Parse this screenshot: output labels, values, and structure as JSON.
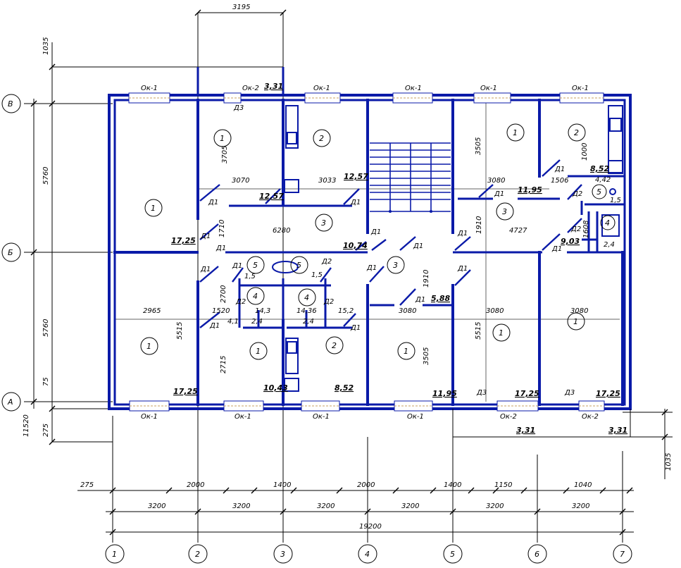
{
  "axes_letters": [
    "В",
    "Б",
    "А"
  ],
  "axes_numbers": [
    "1",
    "2",
    "3",
    "4",
    "5",
    "6",
    "7"
  ],
  "overall_dimension": "19200",
  "bay_dimensions": [
    "3200",
    "3200",
    "3200",
    "3200",
    "3200",
    "3200"
  ],
  "bottom_openings": [
    "275",
    "2000",
    "1400",
    "2000",
    "1400",
    "1150",
    "1040"
  ],
  "left_dimensions": [
    "1035",
    "5760",
    "5760",
    "75",
    "275",
    "11520"
  ],
  "right_dimensions": [
    "1035"
  ],
  "top_dimension": "3195",
  "window_marks": {
    "top": [
      "Ок-1",
      "Ок-2",
      "Ок-1",
      "Ок-1",
      "Ок-1",
      "Ок-1"
    ],
    "bottom": [
      "Ок-1",
      "Ок-1",
      "Ок-1",
      "Ок-1",
      "Ок-2",
      "Ок-2"
    ]
  },
  "room_numbers": [
    "1",
    "1",
    "2",
    "3",
    "1",
    "2",
    "3",
    "5",
    "5",
    "4",
    "4",
    "5",
    "4",
    "1",
    "1",
    "2",
    "1",
    "3",
    "1",
    "1"
  ],
  "areas": [
    "3,31",
    "12,57",
    "12,57",
    "17,25",
    "10,74",
    "11,95",
    "8,52",
    "9,03",
    "5,88",
    "17,25",
    "10,43",
    "8,52",
    "11,95",
    "17,25",
    "17,25",
    "3,31",
    "3,31",
    "14,3",
    "14,36",
    "15,2",
    "1,5",
    "2,4",
    "2,4",
    "1,5",
    "2,4",
    "4,1",
    "4,42",
    "1,5"
  ],
  "interior_dimensions": [
    "3070",
    "3033",
    "6280",
    "3705",
    "1710",
    "3505",
    "3080",
    "1506",
    "1000",
    "4727",
    "1910",
    "1608",
    "2965",
    "1520",
    "2700",
    "2715",
    "5515",
    "3080",
    "1910",
    "3505",
    "5515",
    "3080",
    "3080"
  ],
  "door_marks": [
    "Д1",
    "Д2",
    "Д3"
  ]
}
